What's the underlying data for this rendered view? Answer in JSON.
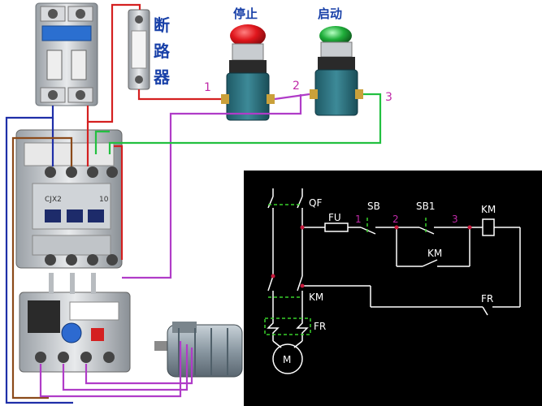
{
  "photo_labels": {
    "breaker_chars": [
      "断",
      "路",
      "器"
    ],
    "stop_button": "停止",
    "start_button": "启动",
    "wire_1": "1",
    "wire_2": "2",
    "wire_3": "3",
    "contactor_model": "CJX2",
    "contactor_rating": "10"
  },
  "schematic": {
    "qf": "QF",
    "fu": "FU",
    "sb": "SB",
    "sb1": "SB1",
    "km_coil": "KM",
    "km_aux": "KM",
    "km_main": "KM",
    "fr_contact": "FR",
    "fr_thermal": "FR",
    "motor": "M",
    "node_1": "1",
    "node_2": "2",
    "node_3": "3"
  },
  "colors": {
    "red_wire": "#d42020",
    "purple_wire": "#b03cc8",
    "green_wire": "#22c040",
    "blue_wire": "#1f2fa8",
    "brown_wire": "#8b4a1a",
    "stop_red": "#e0161c",
    "start_green": "#1fae3a",
    "schematic_bg": "#000000",
    "schematic_line": "#ffffff",
    "schematic_dash": "#39d02b",
    "schematic_node": "#c8193c",
    "label_blue": "#1840a8",
    "label_purple": "#c02aa8"
  }
}
